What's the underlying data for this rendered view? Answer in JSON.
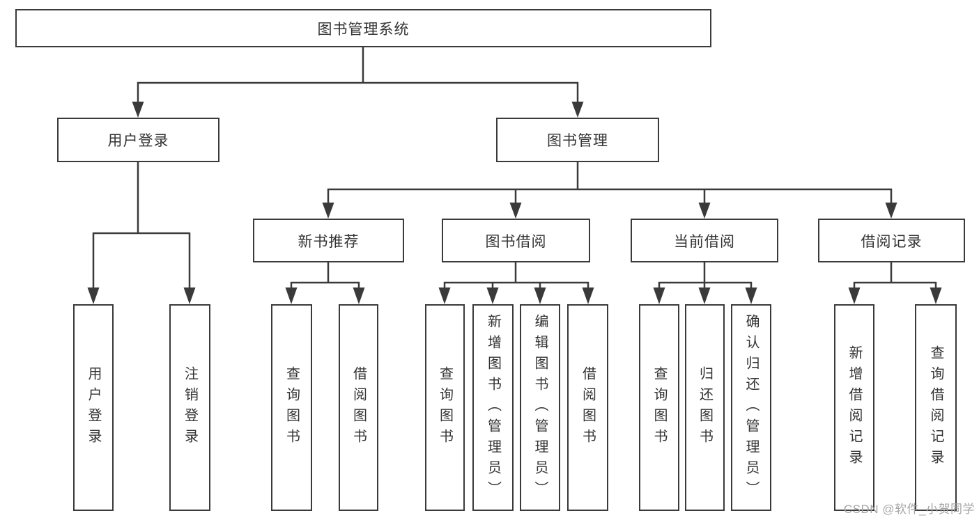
{
  "colors": {
    "line": "#3a3a3a",
    "border": "#3a3a3a",
    "text": "#333333",
    "watermark": "#a5a5a5",
    "background": "#ffffff"
  },
  "root": "图书管理系统",
  "branches": [
    {
      "label": "用户登录",
      "children": [
        "用户登录",
        "注销登录"
      ]
    },
    {
      "label": "图书管理",
      "groups": [
        {
          "label": "新书推荐",
          "children": [
            "查询图书",
            "借阅图书"
          ]
        },
        {
          "label": "图书借阅",
          "children": [
            "查询图书",
            "新增图书（管理员）",
            "编辑图书（管理员）",
            "借阅图书"
          ]
        },
        {
          "label": "当前借阅",
          "children": [
            "查询图书",
            "归还图书",
            "确认归还（管理员）"
          ]
        },
        {
          "label": "借阅记录",
          "children": [
            "新增借阅记录",
            "查询借阅记录"
          ]
        }
      ]
    }
  ],
  "watermark": "CSDN @软件_小贺同学"
}
